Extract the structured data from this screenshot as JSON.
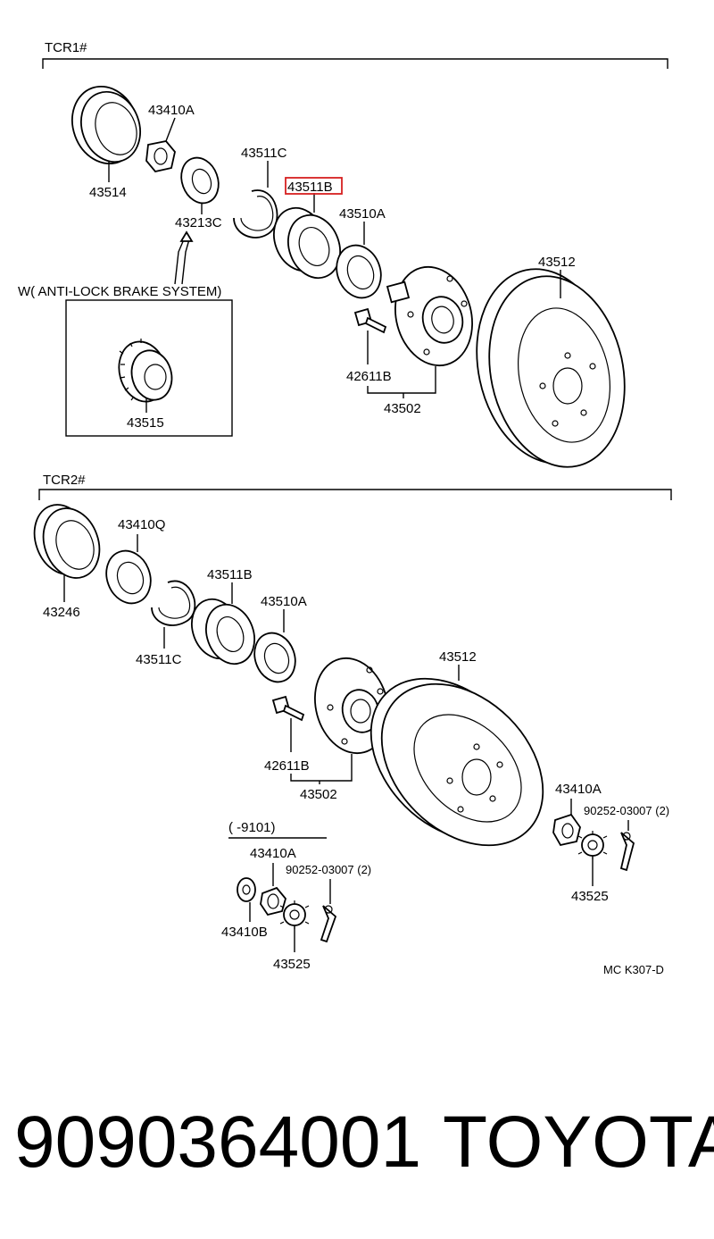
{
  "sections": {
    "tcr1": "TCR1#",
    "tcr2": "TCR2#",
    "abs_note": "W( ANTI-LOCK BRAKE SYSTEM)",
    "date_range": "(      -9101)"
  },
  "tcr1_parts": {
    "p43514": "43514",
    "p43410A": "43410A",
    "p43213C": "43213C",
    "p43511C": "43511C",
    "p43511B": "43511B",
    "p43510A": "43510A",
    "p43512": "43512",
    "p42611B": "42611B",
    "p43502": "43502",
    "p43515": "43515"
  },
  "tcr2_parts": {
    "p43246": "43246",
    "p43410Q": "43410Q",
    "p43511C": "43511C",
    "p43511B": "43511B",
    "p43510A": "43510A",
    "p43512": "43512",
    "p42611B": "42611B",
    "p43502": "43502",
    "p43410A_right": "43410A",
    "p90252_right": "90252-03007 (2)",
    "p43525_right": "43525",
    "p43410A_low": "43410A",
    "p90252_low": "90252-03007 (2)",
    "p43410B": "43410B",
    "p43525_low": "43525"
  },
  "diagram_code": "MC K307-D",
  "footer": {
    "part_number": "9090364001",
    "brand": "TOYOTA"
  },
  "highlight_color": "#d62020"
}
